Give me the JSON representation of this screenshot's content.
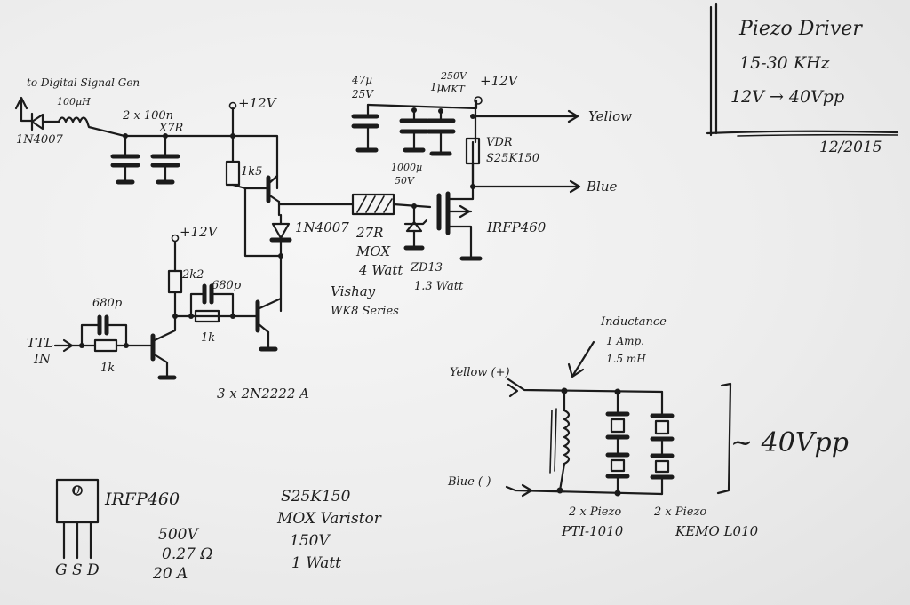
{
  "title_block": {
    "title": "Piezo Driver",
    "frequency": "15-30 KHz",
    "voltage": "12V → 40Vpp",
    "date": "12/2015"
  },
  "input_section": {
    "signal_label": "to Digital Signal Gen",
    "inductor_value": "100µH",
    "diode_type": "1N4007",
    "cap_bank": "2 x 100n",
    "cap_bank_rating": "X7R",
    "supply_label": "+12V"
  },
  "driver_stage": {
    "pullup_resistor": "1k5",
    "diode_label": "1N4007",
    "gate_resistor_value": "27R",
    "gate_resistor_type": "MOX",
    "gate_resistor_power": "4 Watt",
    "gate_resistor_brand": "Vishay",
    "gate_resistor_series": "WK8 Series",
    "zener_type": "ZD13",
    "zener_power": "1.3 Watt",
    "mosfet_label": "IRFP460"
  },
  "power_section": {
    "cap1_value": "47µ",
    "cap1_voltage": "25V",
    "cap2_value": "1µ",
    "cap2_voltage": "250V",
    "cap2_type": "MKT",
    "supply_label": "+12V",
    "cap3_value": "1000µ",
    "cap3_voltage": "50V",
    "varistor_label": "VDR",
    "varistor_type": "S25K150",
    "out_yellow": "Yellow",
    "out_blue": "Blue"
  },
  "level_shifter": {
    "supply_label": "+12V",
    "resistor_2k2": "2k2",
    "cap_680_a": "680p",
    "resistor_1k_a": "1k",
    "cap_680_b": "680p",
    "resistor_1k_b": "1k",
    "ttl_in_1": "TTL",
    "ttl_in_2": "IN",
    "transistors": "3 x 2N2222 A"
  },
  "load_section": {
    "inductance_title": "Inductance",
    "inductance_current": "1 Amp.",
    "inductance_value": "1.5 mH",
    "yellow_in": "Yellow (+)",
    "blue_in": "Blue (-)",
    "output_voltage": "~ 40Vpp",
    "piezo_a_count": "2 x Piezo",
    "piezo_a_model": "PTI-1010",
    "piezo_b_count": "2 x Piezo",
    "piezo_b_model": "KEMO L010"
  },
  "mosfet_notes": {
    "package_mark": "0",
    "part": "IRFP460",
    "pins": "G S D",
    "voltage": "500V",
    "rds_on": "0.27 Ω",
    "current": "20 A"
  },
  "varistor_notes": {
    "part": "S25K150",
    "type": "MOX Varistor",
    "voltage": "150V",
    "power": "1 Watt"
  }
}
